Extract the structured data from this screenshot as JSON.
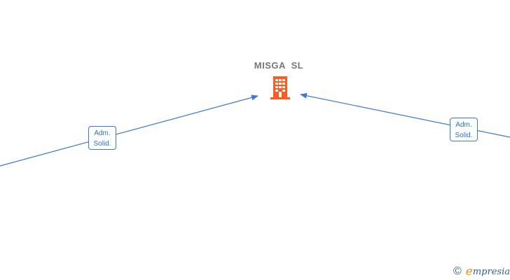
{
  "company": {
    "name": "MISGA  SL",
    "icon": "building-icon",
    "icon_color": "#ff5a1f"
  },
  "relations": [
    {
      "label_line1": "Adm.",
      "label_line2": "Solid."
    },
    {
      "label_line1": "Adm.",
      "label_line2": "Solid."
    }
  ],
  "colors": {
    "edge": "#3a7bd5",
    "label_text": "#2e6fc9",
    "company_name": "#777777"
  },
  "brand": {
    "copyright_symbol": "©",
    "e_letter": "e",
    "name_rest": "mpresia"
  }
}
